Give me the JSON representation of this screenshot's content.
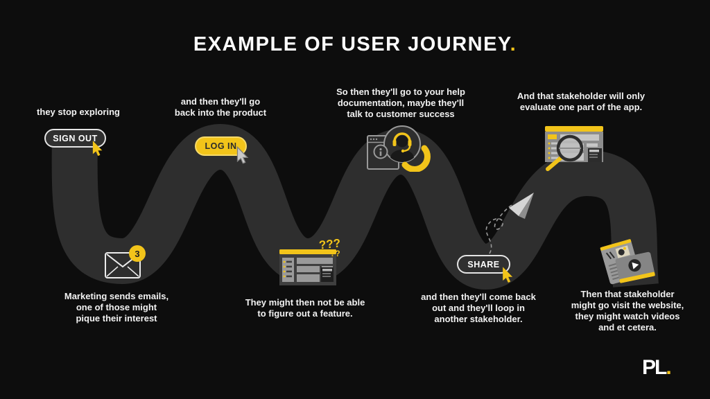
{
  "title": {
    "text": "EXAMPLE OF USER JOURNEY",
    "accent": "."
  },
  "colors": {
    "background": "#0D0D0D",
    "path": "#2E2E2E",
    "accent_yellow": "#F2C41A",
    "text_white": "#F2F2F2",
    "icon_gray": "#9A9A9A"
  },
  "steps": [
    {
      "label": "they stop exploring",
      "button": "SIGN OUT"
    },
    {
      "badge": "3",
      "caption": "Marketing sends emails,\none of those might\npique their interest"
    },
    {
      "label": "and then they'll go\nback into the product",
      "button": "LOG IN"
    },
    {
      "marks_large": "???",
      "marks_small": "??",
      "caption": "They might then not be able\nto figure out a feature."
    },
    {
      "label": "So then they'll go to your help\ndocumentation, maybe they'll\ntalk to customer success"
    },
    {
      "button": "SHARE",
      "caption": "and then they'll come back\nout and they'll loop in\nanother stakeholder."
    },
    {
      "label": "And that stakeholder will only\nevaluate one part of the app."
    },
    {
      "caption": "Then that stakeholder\nmight go visit the website,\nthey might watch videos\nand et cetera."
    }
  ],
  "logo": {
    "text": "PL",
    "accent": "."
  }
}
